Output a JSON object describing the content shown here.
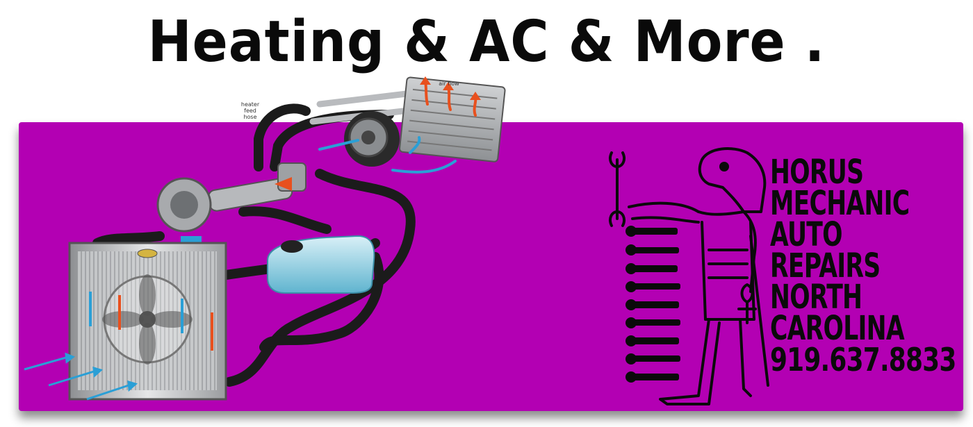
{
  "headline": "Heating & AC & More .",
  "diagram_labels": {
    "heater_feed_hose": "heater feed\nhose",
    "air_flow": "air flow"
  },
  "logo": {
    "lines": [
      "HORUS",
      "MECHANIC",
      "AUTO",
      "REPAIRS",
      "NORTH",
      "CAROLINA"
    ],
    "phone": "919.637.8833"
  },
  "colors": {
    "banner": "#b300b3",
    "text": "#0a0a0a",
    "hot_arrow": "#e8501e",
    "cool_arrow": "#2a9fd6"
  }
}
